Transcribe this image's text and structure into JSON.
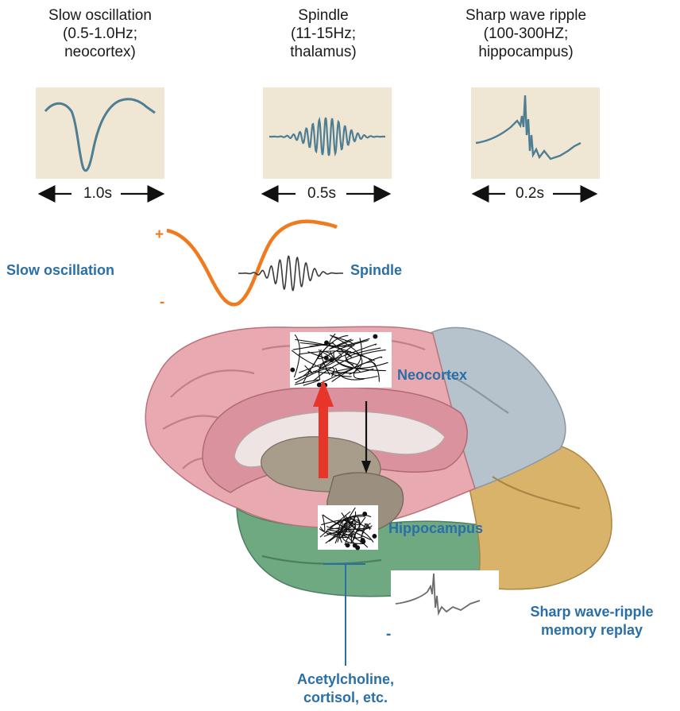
{
  "waves": [
    {
      "title": "Slow oscillation\n(0.5-1.0Hz;\nneocortex)",
      "duration": "1.0s"
    },
    {
      "title": "Spindle\n(11-15Hz;\nthalamus)",
      "duration": "0.5s"
    },
    {
      "title": "Sharp wave ripple\n(100-300HZ;\nhippocampus)",
      "duration": "0.2s"
    }
  ],
  "overlay": {
    "slow_label": "Slow oscillation",
    "spindle_label": "Spindle",
    "plus": "+",
    "minus": "-"
  },
  "brain": {
    "neocortex_label": "Neocortex",
    "hippocampus_label": "Hippocampus",
    "swr_label_line1": "Sharp wave-ripple",
    "swr_label_line2": "memory replay",
    "inhibit_sign": "-",
    "modulators_line1": "Acetylcholine,",
    "modulators_line2": "cortisol, etc."
  },
  "colors": {
    "label_blue": "#2a6fa6",
    "slow_orange": "#f07a1e",
    "up_arrow_red": "#e8352a",
    "panel_beige": "#efe7d4",
    "trace_blue": "#4f7e93",
    "cortex_pink": "#e8aab0",
    "parietal_gray": "#b6c2cc",
    "occipital_tan": "#d9b36a",
    "temporal_green": "#6ea982"
  }
}
